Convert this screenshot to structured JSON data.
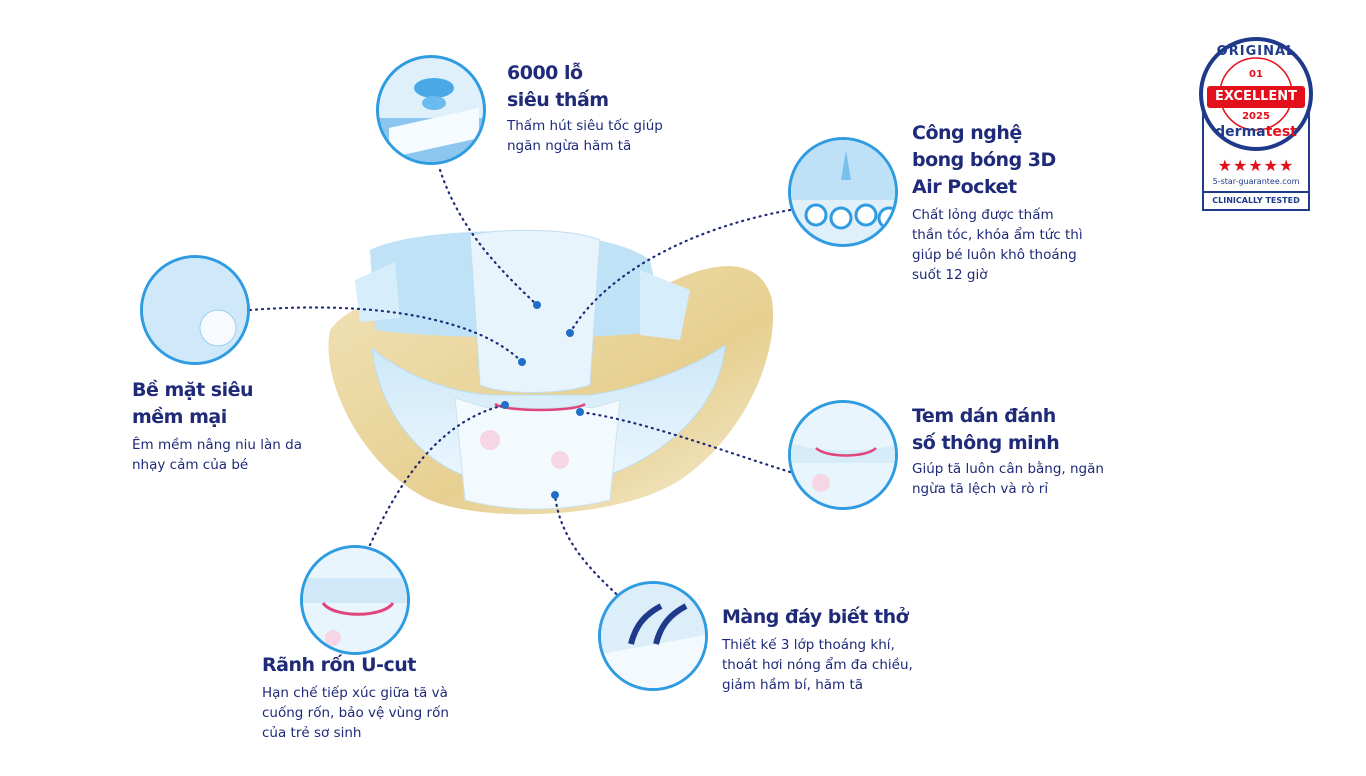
{
  "features": [
    {
      "id": "holes",
      "title_lines": [
        "6000 lỗ",
        "siêu thấm"
      ],
      "desc_lines": [
        "Thấm hút siêu tốc giúp",
        "ngăn ngừa hăm tã"
      ]
    },
    {
      "id": "air-pocket",
      "title_lines": [
        "Công nghệ",
        "bong bóng 3D",
        "Air Pocket"
      ],
      "desc_lines": [
        "Chất lỏng được thấm",
        "thần tóc, khóa ẩm tức thì",
        "giúp bé luôn khô thoáng",
        "suốt 12 giờ"
      ]
    },
    {
      "id": "soft-surface",
      "title_lines": [
        "Bề mặt siêu",
        "mềm mại"
      ],
      "desc_lines": [
        "Êm mềm nâng niu làn da",
        "nhạy cảm của bé"
      ]
    },
    {
      "id": "number-tape",
      "title_lines": [
        "Tem dán đánh",
        "số thông minh"
      ],
      "desc_lines": [
        "Giúp tã luôn cân bằng, ngăn",
        "ngừa tã lệch và rò rỉ"
      ]
    },
    {
      "id": "u-cut",
      "title_lines": [
        "Rãnh rốn U-cut"
      ],
      "desc_lines": [
        "Hạn chế tiếp xúc giữa tã và",
        "cuống rốn, bảo vệ vùng rốn",
        "của trẻ sơ sinh"
      ]
    },
    {
      "id": "breathable",
      "title_lines": [
        "Màng đáy biết thở"
      ],
      "desc_lines": [
        "Thiết kế 3 lớp thoáng khí,",
        "thoát hơi nóng ẩm đa chiều,",
        "giảm hầm bí, hăm tã"
      ]
    }
  ],
  "badge": {
    "top": "ORIGINAL",
    "number": "01",
    "rating": "EXCELLENT",
    "year": "2025",
    "brand_a": "derma",
    "brand_b": "test",
    "stars": "★★★★★",
    "site": "5-star-guarantee.com",
    "footer": "CLINICALLY TESTED"
  },
  "colors": {
    "navy": "#1f2a78",
    "blue": "#2f9be0",
    "red": "#e3101b",
    "gold": "#e9d6a0"
  }
}
